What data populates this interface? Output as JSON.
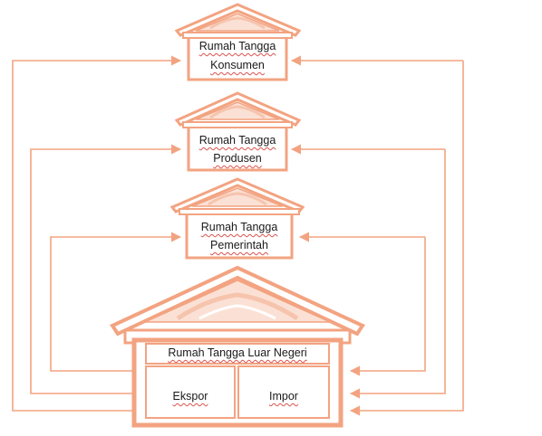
{
  "houses": {
    "konsumen": {
      "line1": "Rumah  Tangga",
      "line2": "Konsumen"
    },
    "produsen": {
      "line1": "Rumah  Tangga",
      "line2": "Produsen"
    },
    "pemerintah": {
      "line1": "Rumah  Tangga",
      "line2": "Pemerintah"
    },
    "luar_negeri": {
      "title": "Rumah  Tangga  Luar  Negeri",
      "left": "Ekspor",
      "right": "Impor"
    }
  },
  "colors": {
    "stroke": "#f3a381",
    "fill": "#ffffff",
    "roof_detail": "#f6c4ad"
  }
}
